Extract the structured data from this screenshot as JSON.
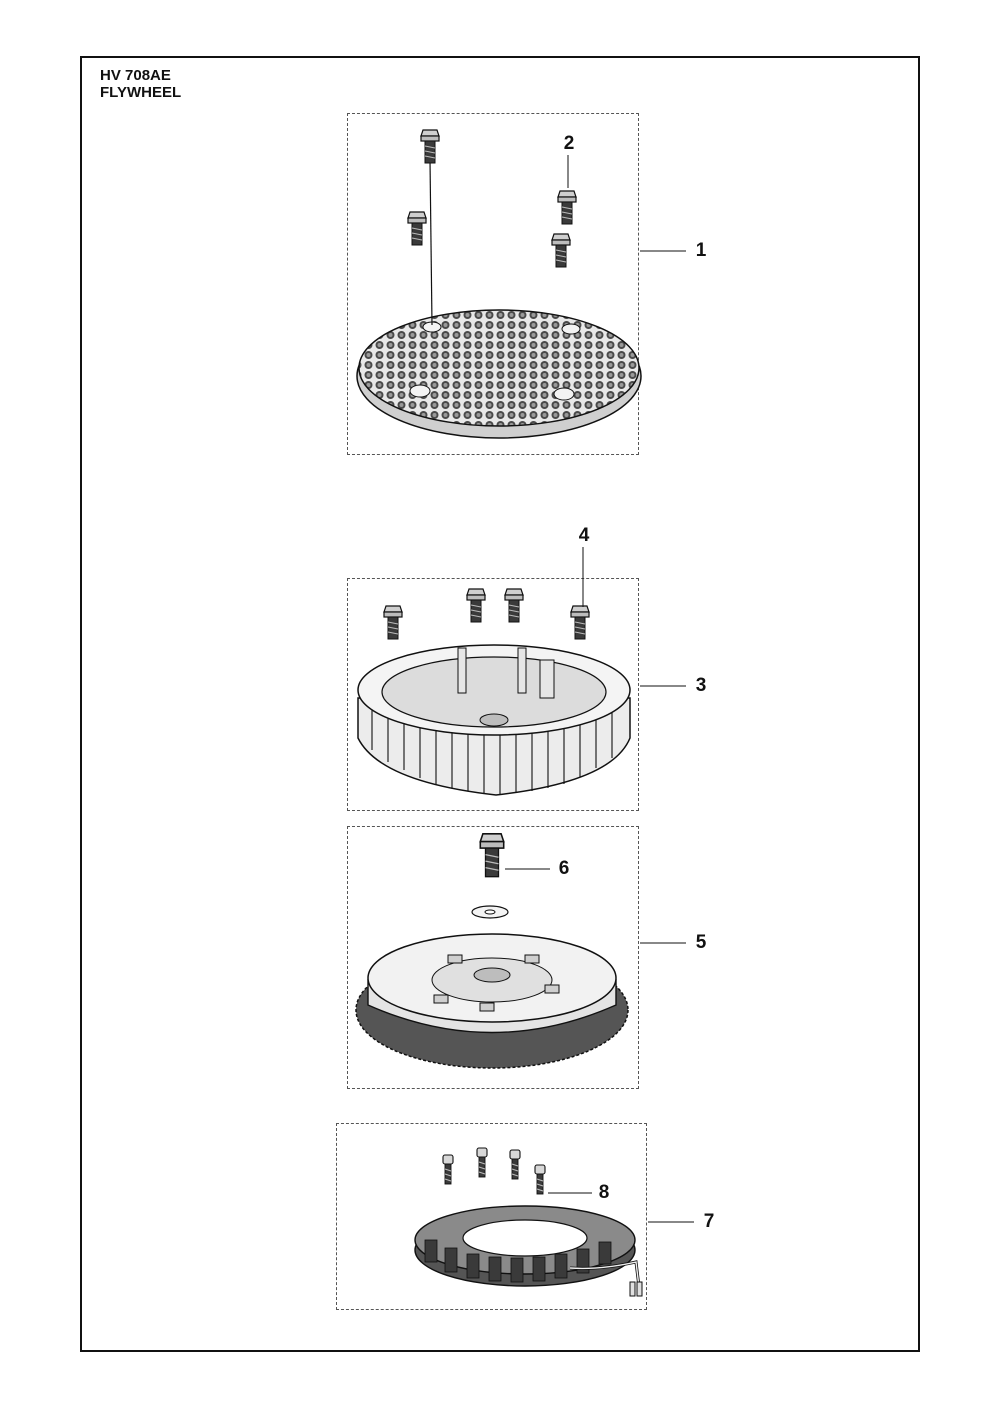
{
  "header": {
    "model": "HV 708AE",
    "section": "FLYWHEEL"
  },
  "callouts": [
    {
      "id": "1",
      "label": "1"
    },
    {
      "id": "2",
      "label": "2"
    },
    {
      "id": "3",
      "label": "3"
    },
    {
      "id": "4",
      "label": "4"
    },
    {
      "id": "5",
      "label": "5"
    },
    {
      "id": "6",
      "label": "6"
    },
    {
      "id": "7",
      "label": "7"
    },
    {
      "id": "8",
      "label": "8"
    }
  ]
}
